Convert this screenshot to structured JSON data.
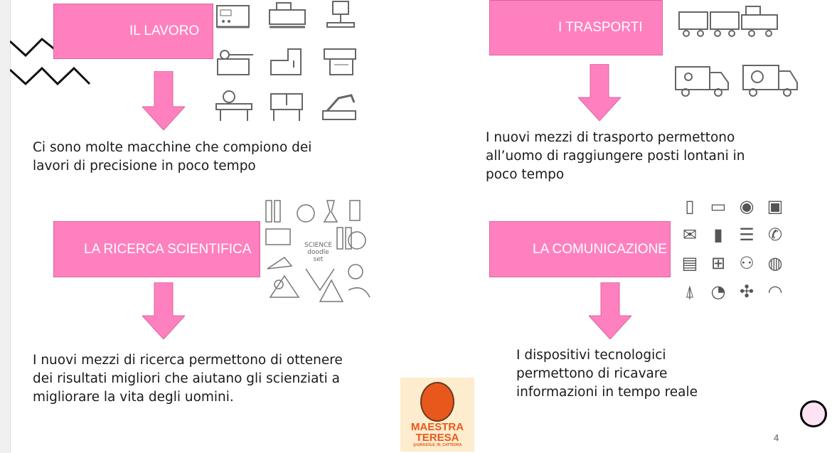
{
  "sections": [
    {
      "title": "IL LAVORO",
      "lines": [
        "Ci sono molte macchine che compiono dei",
        "lavori di precisione in poco tempo"
      ]
    },
    {
      "title": "I TRASPORTI",
      "lines": [
        "I nuovi mezzi di trasporto permettono",
        "all’uomo di raggiungere posti lontani in",
        "poco tempo"
      ]
    },
    {
      "title": "LA RICERCA SCIENTIFICA",
      "lines": [
        "I nuovi mezzi di ricerca permettono di ottenere",
        "dei risultati migliori che aiutano gli scienziati a",
        "migliorare la vita degli uomini."
      ]
    },
    {
      "title": "LA COMUNICAZIONE",
      "lines": [
        "I dispositivi tecnologici",
        "permettono di ricavare",
        "informazioni in tempo reale"
      ]
    }
  ],
  "science_doodle": {
    "line1": "SCIENCE",
    "line2": "doodle",
    "line3": "set"
  },
  "logo": {
    "name1": "MAESTRA",
    "name2": "TERESA",
    "handle": "@GIRASOLE_IN_CATTEDRA"
  },
  "page_number": "4",
  "colors": {
    "pink": "#ff80bf",
    "logo_orange": "#e8581c"
  }
}
